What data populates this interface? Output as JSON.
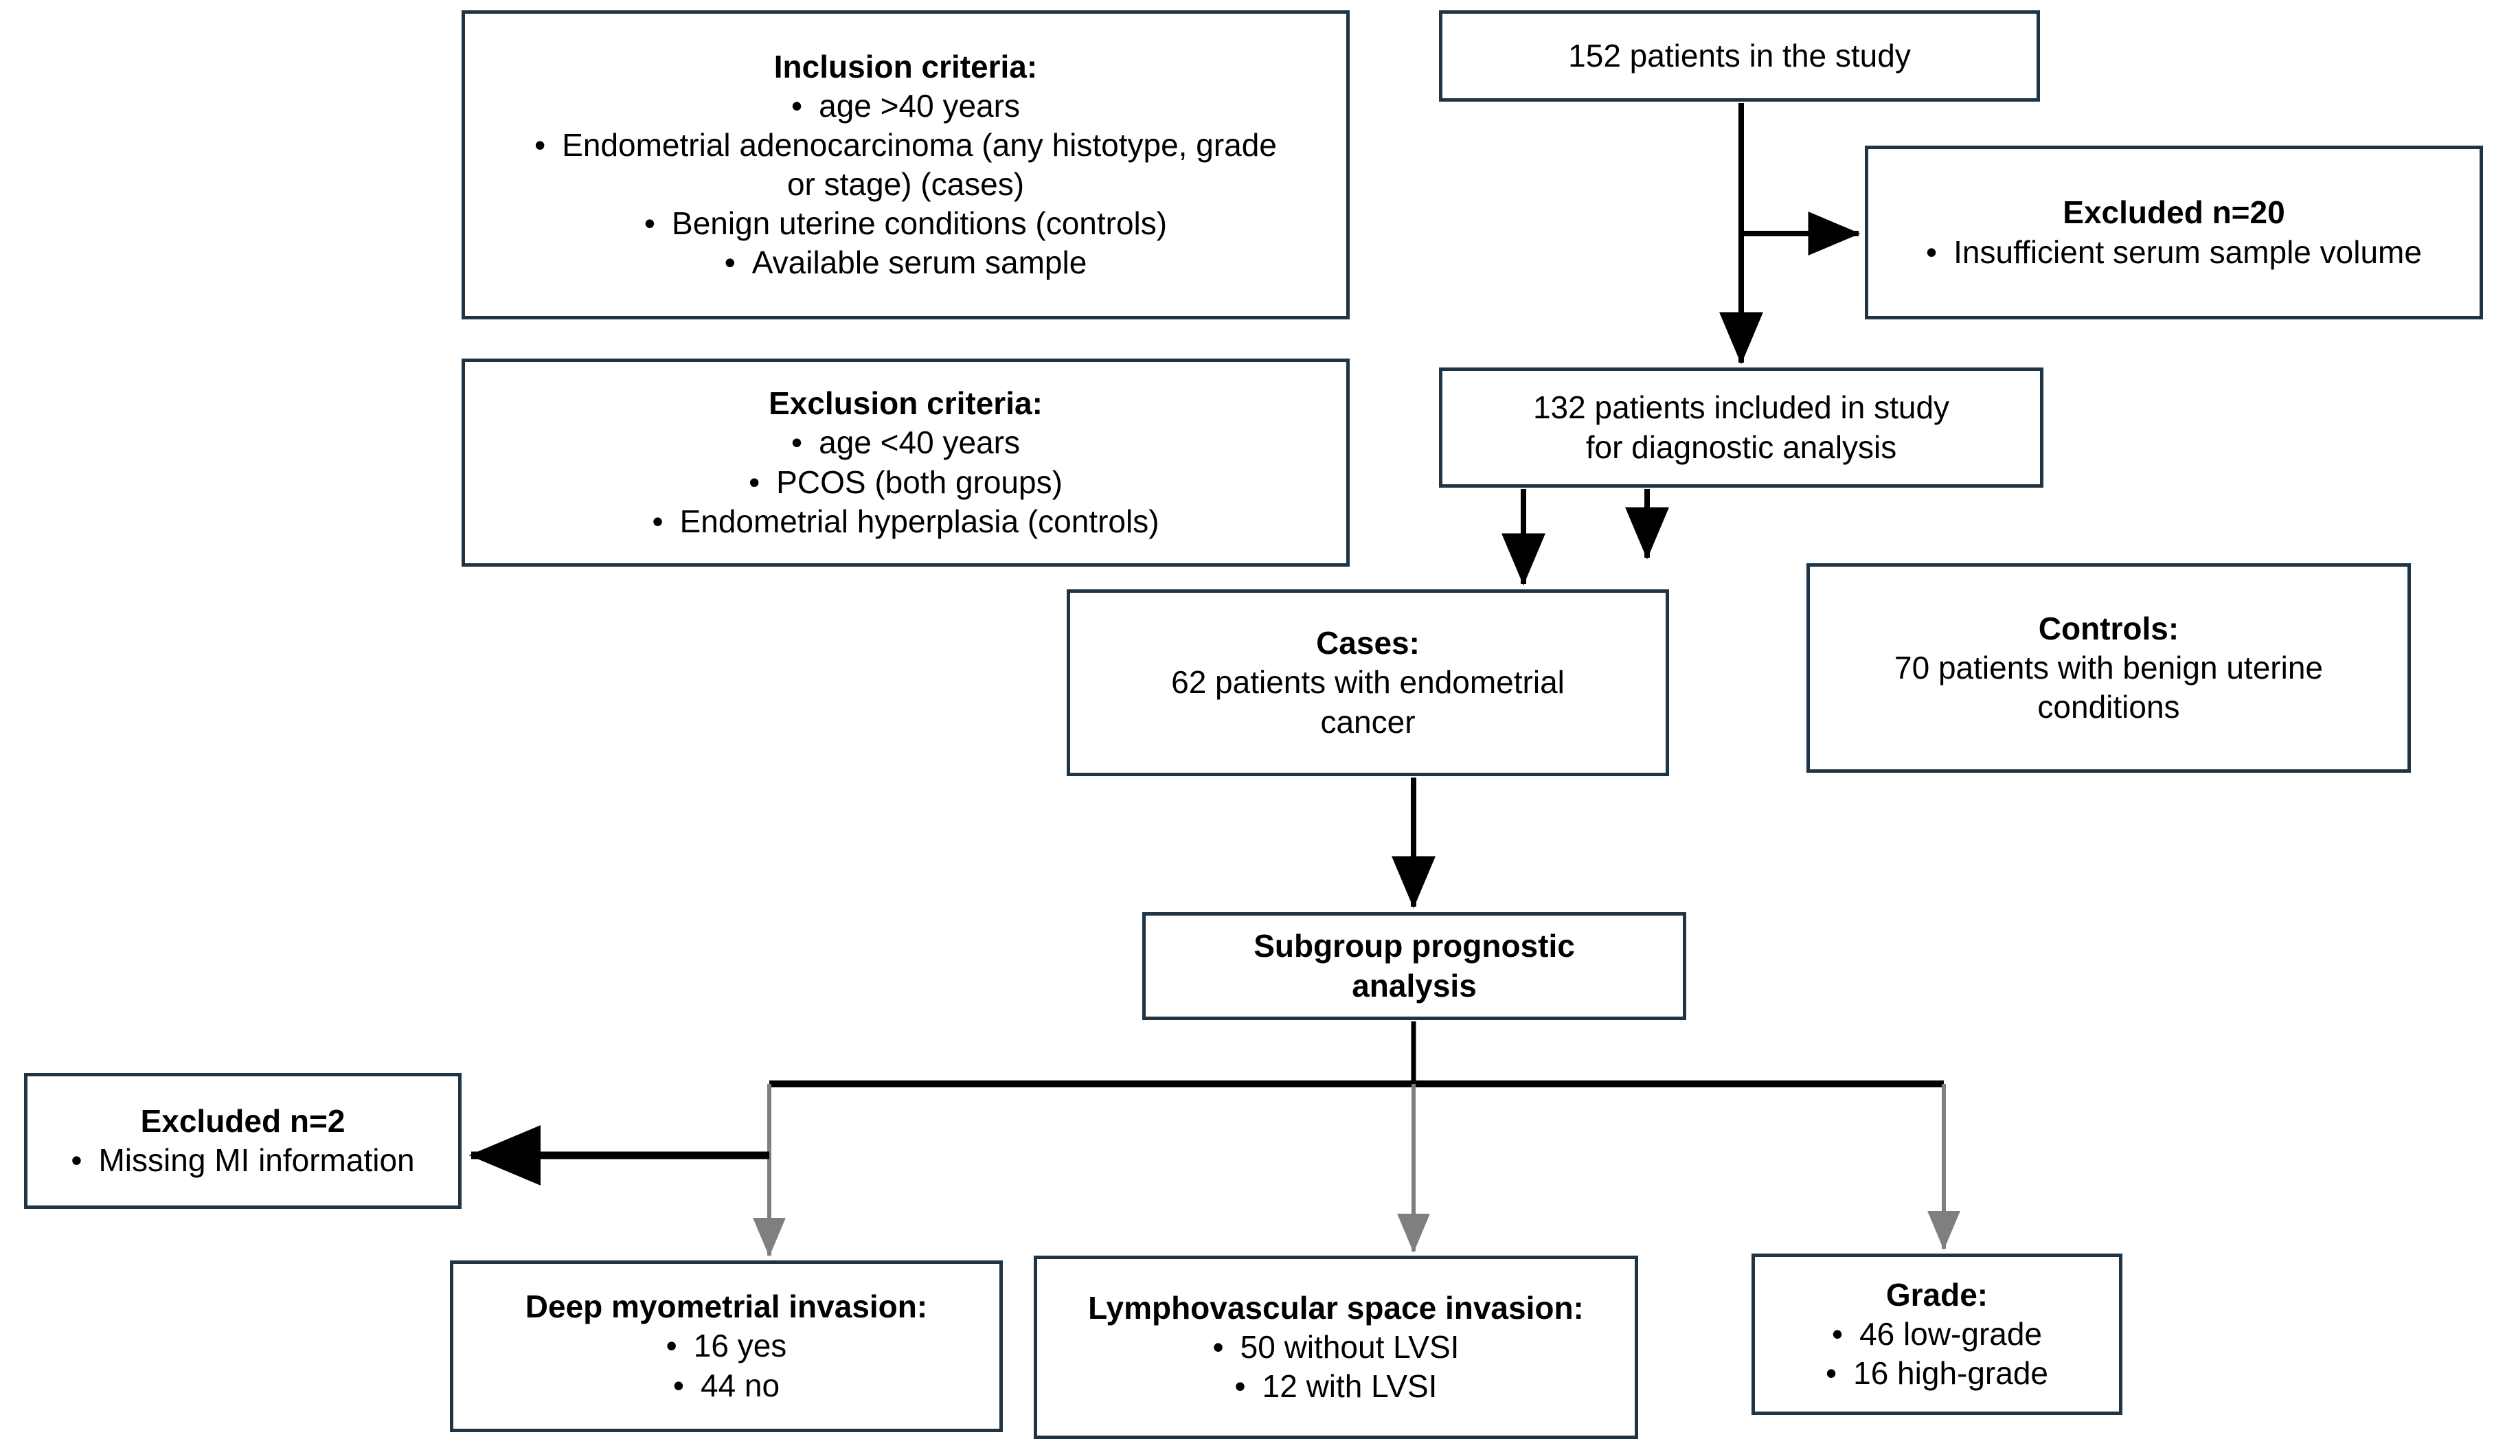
{
  "diagram": {
    "type": "flowchart",
    "title": "Study patient selection flow diagram",
    "colors": {
      "box_border": "#1F3445",
      "box_fill": "#FFFFFF",
      "connector_black": "#000000",
      "connector_gray": "#808080"
    },
    "nodes": {
      "inclusion_criteria": {
        "heading": "Inclusion criteria:",
        "bullets": [
          "age >40 years",
          "Endometrial adenocarcinoma (any histotype, grade or stage) (cases)",
          "Benign uterine conditions (controls)",
          "Available serum sample"
        ]
      },
      "exclusion_criteria": {
        "heading": "Exclusion criteria:",
        "bullets": [
          "age <40 years",
          "PCOS (both groups)",
          "Endometrial hyperplasia (controls)"
        ]
      },
      "total_patients": {
        "line1": "152 patients in the study"
      },
      "excluded_20": {
        "heading": "Excluded n=20",
        "bullets": [
          "Insufficient serum sample volume"
        ]
      },
      "included_132": {
        "line1": "132 patients included in study",
        "line2": "for diagnostic analysis"
      },
      "cases": {
        "heading": "Cases:",
        "line1": "62 patients with endometrial",
        "line2": "cancer"
      },
      "controls": {
        "heading": "Controls:",
        "line1": "70 patients with benign uterine",
        "line2": "conditions"
      },
      "subgroup": {
        "line1": "Subgroup prognostic",
        "line2": "analysis"
      },
      "excluded_2": {
        "heading": "Excluded n=2",
        "bullets": [
          "Missing MI information"
        ]
      },
      "deep_myometrial_invasion": {
        "heading": "Deep myometrial invasion:",
        "bullets": [
          "16 yes",
          "44 no"
        ]
      },
      "lymphovascular_space_invasion": {
        "heading": "Lymphovascular space invasion:",
        "bullets": [
          "50 without LVSI",
          "12 with LVSI"
        ]
      },
      "grade": {
        "heading": "Grade:",
        "bullets": [
          "46 low-grade",
          "16 high-grade"
        ]
      }
    }
  }
}
